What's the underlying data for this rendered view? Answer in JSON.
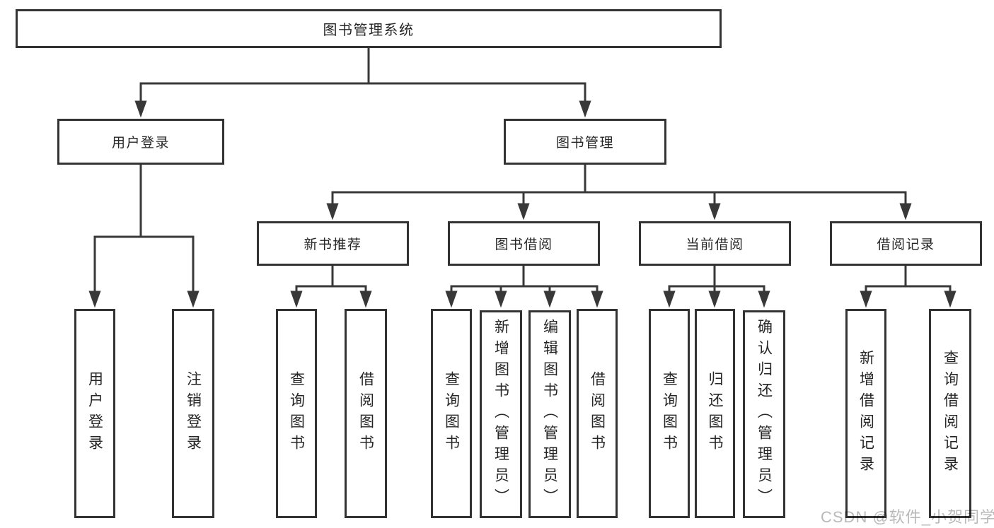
{
  "watermark": "CSDN @软件_小贺同学",
  "colors": {
    "line": "#383838",
    "box_border": "#333333",
    "text": "#262626",
    "watermark_text": "#b9b9b9",
    "background": "#ffffff"
  },
  "tree": {
    "root": {
      "label": "图书管理系统",
      "children": [
        {
          "label": "用户登录",
          "children": [
            {
              "label": "用户登录"
            },
            {
              "label": "注销登录"
            }
          ]
        },
        {
          "label": "图书管理",
          "children": [
            {
              "label": "新书推荐",
              "children": [
                {
                  "label": "查询图书"
                },
                {
                  "label": "借阅图书"
                }
              ]
            },
            {
              "label": "图书借阅",
              "children": [
                {
                  "label": "查询图书"
                },
                {
                  "label": "新增图书（管理员）"
                },
                {
                  "label": "编辑图书（管理员）"
                },
                {
                  "label": "借阅图书"
                }
              ]
            },
            {
              "label": "当前借阅",
              "children": [
                {
                  "label": "查询图书"
                },
                {
                  "label": "归还图书"
                },
                {
                  "label": "确认归还（管理员）"
                }
              ]
            },
            {
              "label": "借阅记录",
              "children": [
                {
                  "label": "新增借阅记录"
                },
                {
                  "label": "查询借阅记录"
                }
              ]
            }
          ]
        }
      ]
    }
  }
}
